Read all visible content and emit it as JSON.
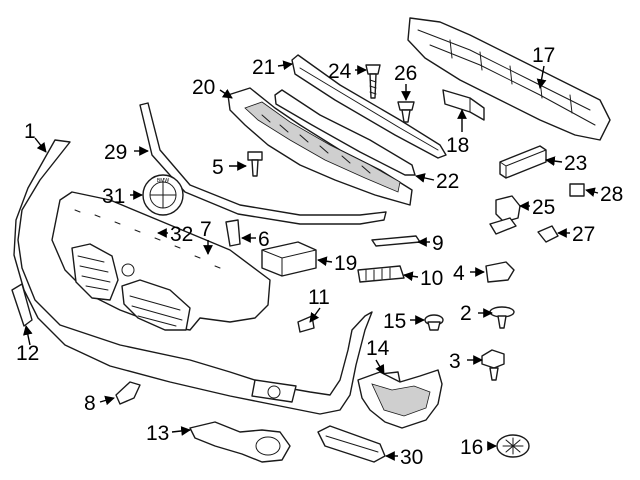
{
  "callouts": [
    "1",
    "2",
    "3",
    "4",
    "5",
    "6",
    "7",
    "8",
    "9",
    "10",
    "11",
    "12",
    "13",
    "14",
    "15",
    "16",
    "17",
    "18",
    "19",
    "20",
    "21",
    "22",
    "23",
    "24",
    "25",
    "26",
    "27",
    "28",
    "29",
    "30",
    "31",
    "32"
  ],
  "emblem_letters": "BMW",
  "colors": {
    "line": "#1a1a1a",
    "background": "#ffffff",
    "shade": "#cfcfcf"
  }
}
